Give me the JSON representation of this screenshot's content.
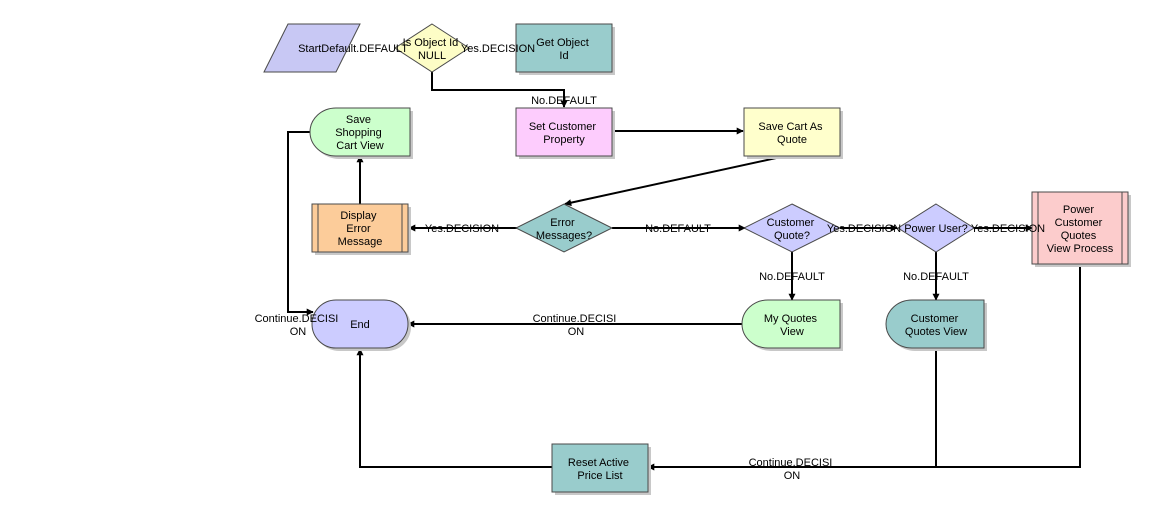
{
  "diagram": {
    "nodes": {
      "start": {
        "lines": [
          "StartDefault.DEFAULT"
        ],
        "fill": "#c8c8f4"
      },
      "is_null": {
        "lines": [
          "Is Object Id",
          "NULL"
        ],
        "fill": "#fdfdc6"
      },
      "get_id": {
        "lines": [
          "Get Object",
          "Id"
        ],
        "fill": "#99cccc"
      },
      "set_prop": {
        "lines": [
          "Set Customer",
          "Property"
        ],
        "fill": "#fdccfd"
      },
      "save_quote": {
        "lines": [
          "Save Cart As",
          "Quote"
        ],
        "fill": "#ffffcc"
      },
      "save_view": {
        "lines": [
          "Save",
          "Shopping",
          "Cart View"
        ],
        "fill": "#ccffcc"
      },
      "display_err": {
        "lines": [
          "Display",
          "Error",
          "Message"
        ],
        "fill": "#fccc9a"
      },
      "err_msgs": {
        "lines": [
          "Error",
          "Messages?"
        ],
        "fill": "#99cccc"
      },
      "cust_quote": {
        "lines": [
          "Customer",
          "Quote?"
        ],
        "fill": "#ccccff"
      },
      "power_user": {
        "lines": [
          "Power User?"
        ],
        "fill": "#ccccff"
      },
      "power_view": {
        "lines": [
          "Power",
          "Customer",
          "Quotes",
          "View Process"
        ],
        "fill": "#fccccc"
      },
      "end": {
        "lines": [
          "End"
        ],
        "fill": "#ccccff"
      },
      "my_quotes": {
        "lines": [
          "My Quotes",
          "View"
        ],
        "fill": "#ccffcc"
      },
      "cust_view": {
        "lines": [
          "Customer",
          "Quotes View"
        ],
        "fill": "#99cccc"
      },
      "reset": {
        "lines": [
          "Reset Active",
          "Price List"
        ],
        "fill": "#99cccc"
      }
    },
    "edge_labels": {
      "start_out": [
        "StartDefault.DEFAULT"
      ],
      "null_yes": [
        "Yes.DECISION"
      ],
      "null_no": [
        "No.DEFAULT"
      ],
      "err_yes": [
        "Yes.DECISION"
      ],
      "err_no": [
        "No.DEFAULT"
      ],
      "cq_yes": [
        "Yes.DECISION"
      ],
      "cq_no": [
        "No.DEFAULT"
      ],
      "pu_yes": [
        "Yes.DECISION"
      ],
      "pu_no": [
        "No.DEFAULT"
      ],
      "myq_continue": [
        "Continue.DECISI",
        "ON"
      ],
      "save_continue": [
        "Continue.DECISI",
        "ON"
      ],
      "reset_continue": [
        "Continue.DECISI",
        "ON"
      ]
    }
  }
}
